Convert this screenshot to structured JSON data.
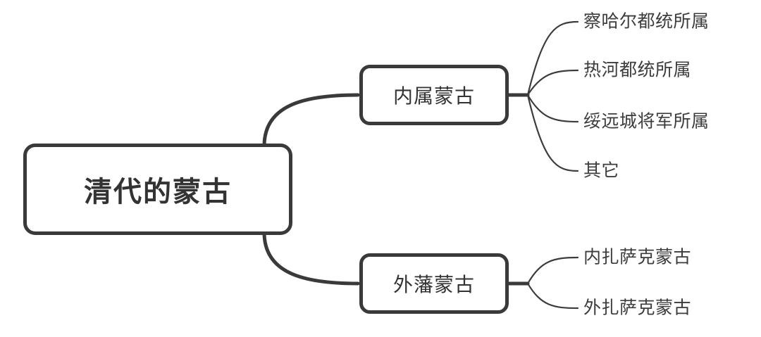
{
  "diagram": {
    "type": "mind-map",
    "title": "清代的蒙古",
    "colors": {
      "stroke": "#3a3a3a",
      "thin_stroke": "#3c3c3c",
      "text": "#333333",
      "leaf_text": "#3c3c3c",
      "background": "#ffffff"
    },
    "root": {
      "label": "清代的蒙古"
    },
    "branches": [
      {
        "label": "内属蒙古",
        "leaves": [
          {
            "label": "察哈尔都统所属"
          },
          {
            "label": "热河都统所属"
          },
          {
            "label": "绥远城将军所属"
          },
          {
            "label": "其它"
          }
        ]
      },
      {
        "label": "外藩蒙古",
        "leaves": [
          {
            "label": "内扎萨克蒙古"
          },
          {
            "label": "外扎萨克蒙古"
          }
        ]
      }
    ]
  }
}
